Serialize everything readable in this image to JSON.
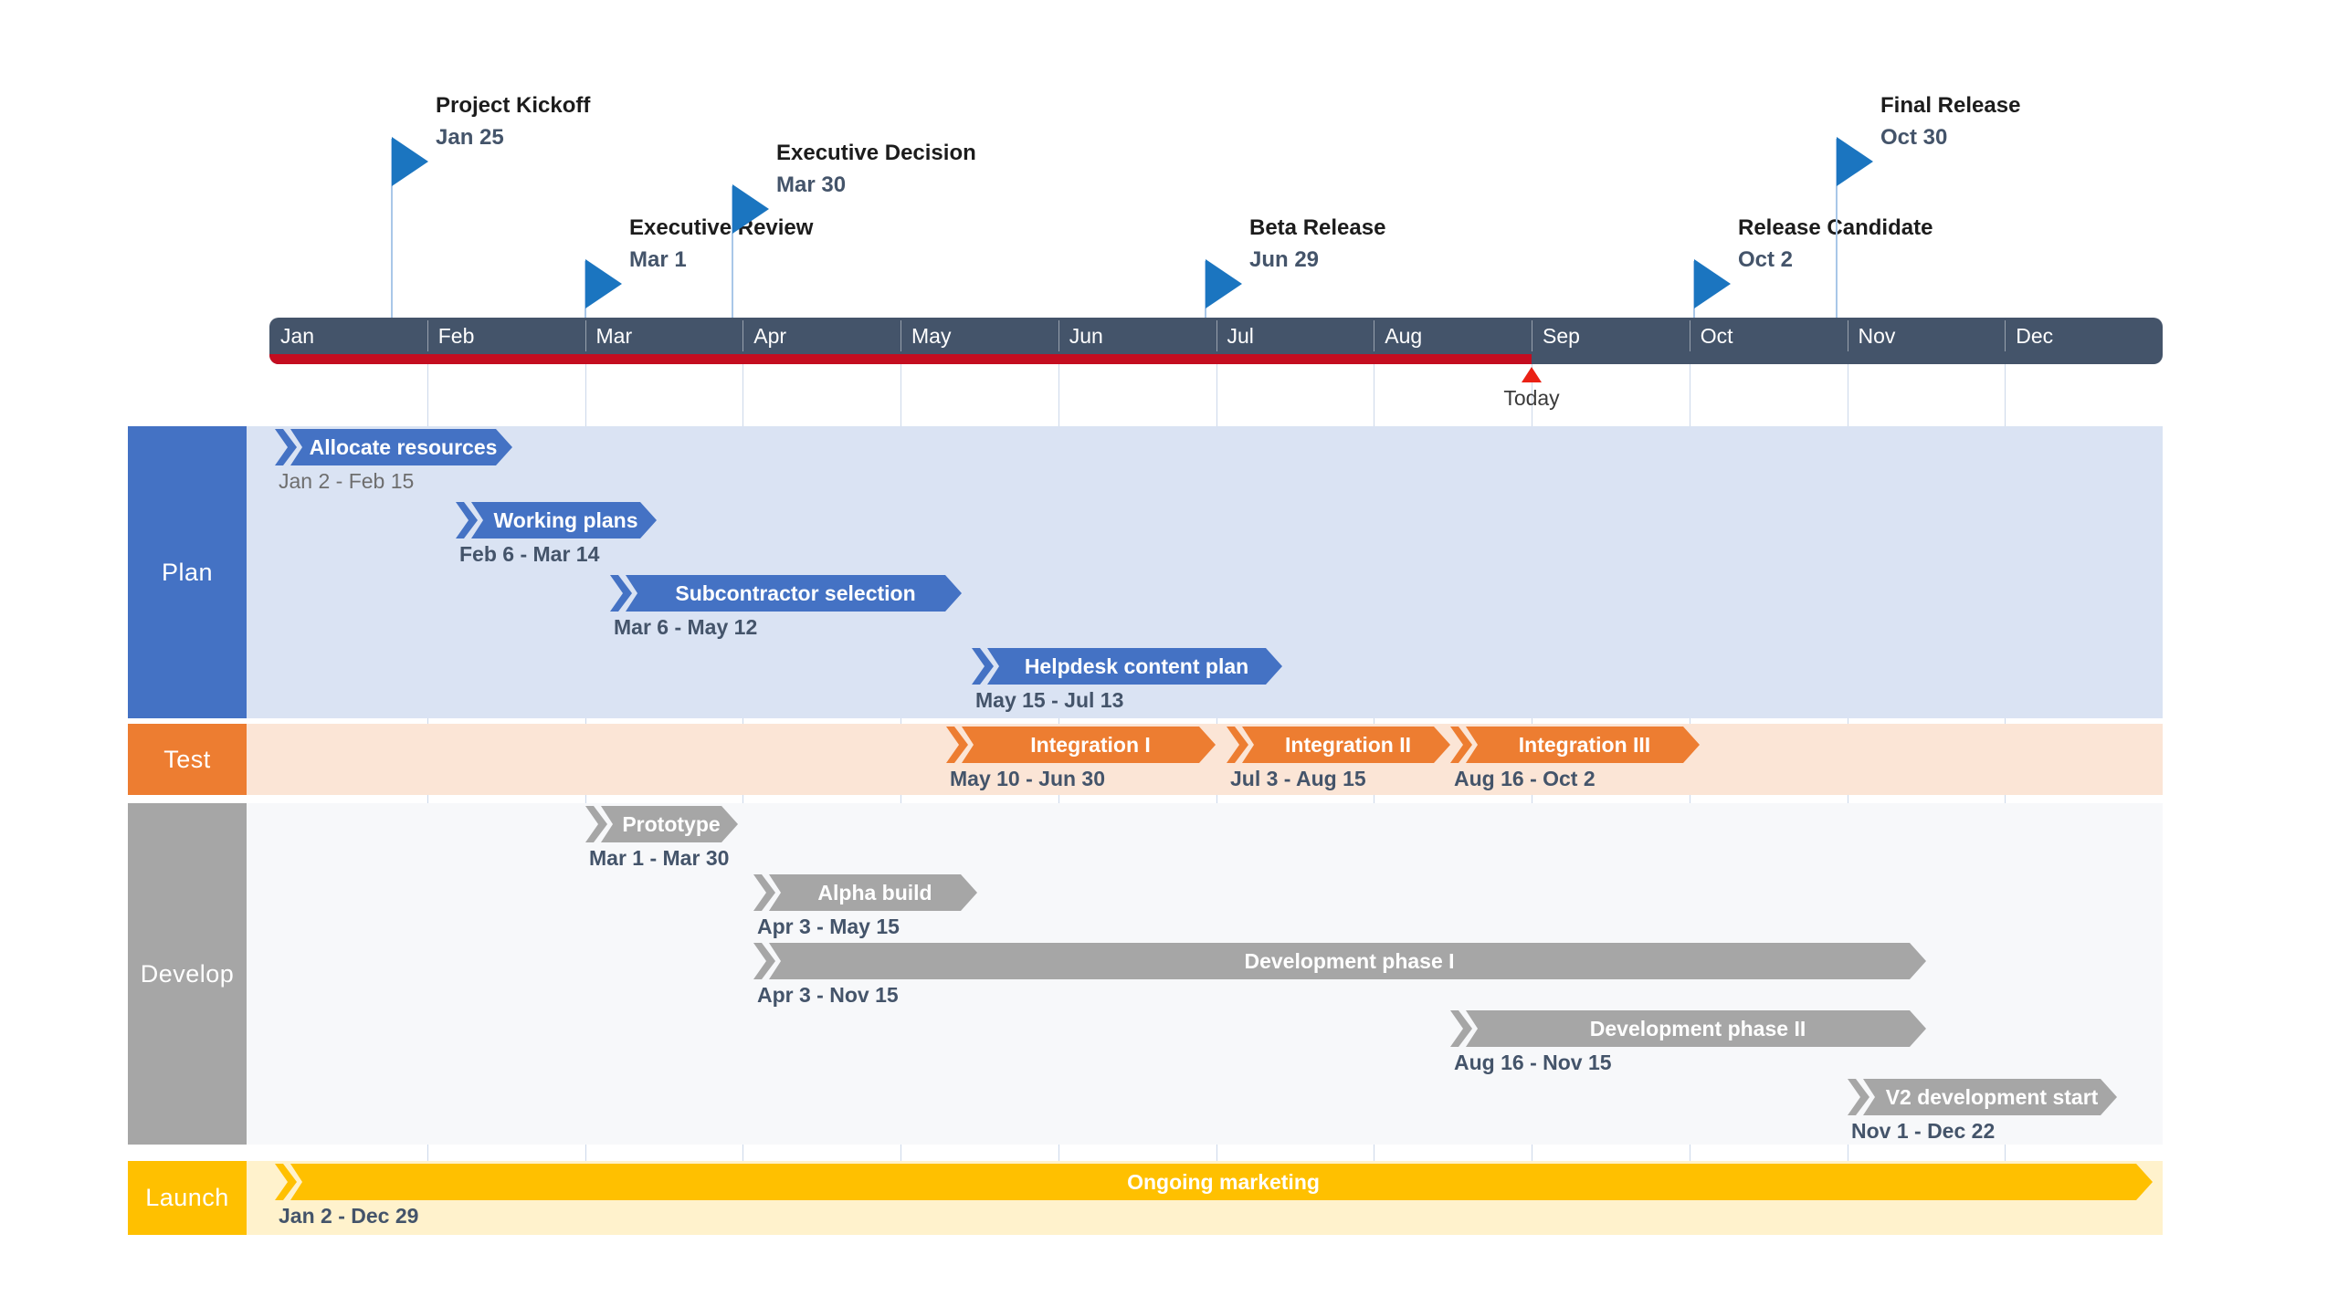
{
  "chart_data": {
    "type": "bar",
    "subtype": "gantt-swimlane-timeline",
    "axis": {
      "months": [
        "Jan",
        "Feb",
        "Mar",
        "Apr",
        "May",
        "Jun",
        "Jul",
        "Aug",
        "Sep",
        "Oct",
        "Nov",
        "Dec"
      ],
      "range": "Jan - Dec",
      "band_color": "#44546a",
      "month_text_color": "#ffffff",
      "elapsed_strip_color": "#c40d20",
      "elapsed_through": "Aug 31"
    },
    "today": {
      "label": "Today",
      "position": "Aug 31",
      "marker_color": "#ea2115",
      "text_color": "#3a3a3a"
    },
    "milestones": [
      {
        "label": "Project Kickoff",
        "date": "Jan 25",
        "level": 1
      },
      {
        "label": "Executive Review",
        "date": "Mar 1",
        "level": 3
      },
      {
        "label": "Executive Decision",
        "date": "Mar 30",
        "level": 2
      },
      {
        "label": "Beta Release",
        "date": "Jun 29",
        "level": 3
      },
      {
        "label": "Release Candidate",
        "date": "Oct 2",
        "level": 3
      },
      {
        "label": "Final Release",
        "date": "Oct 30",
        "level": 1
      }
    ],
    "milestone_style": {
      "flag_color": "#1b75c0",
      "pole_color": "#a9c7e8",
      "title_color": "#1c1c1c",
      "date_color": "#44546a"
    },
    "swimlanes": [
      {
        "label": "Plan",
        "accent": "#4472c4",
        "row_bg": "#dae3f3",
        "rows": 4,
        "tasks": [
          {
            "label": "Allocate resources",
            "start": "Jan 2",
            "end": "Feb 15",
            "date_range": "Jan 2 - Feb 15",
            "row": 0,
            "date_style": "muted"
          },
          {
            "label": "Working plans",
            "start": "Feb 6",
            "end": "Mar 14",
            "date_range": "Feb 6 - Mar 14",
            "row": 1
          },
          {
            "label": "Subcontractor selection",
            "start": "Mar 6",
            "end": "May 12",
            "date_range": "Mar 6 - May 12",
            "row": 2
          },
          {
            "label": "Helpdesk content plan",
            "start": "May 15",
            "end": "Jul 13",
            "date_range": "May 15 - Jul 13",
            "row": 3
          }
        ]
      },
      {
        "label": "Test",
        "accent": "#ed7d31",
        "row_bg": "#fbe5d6",
        "rows": 1,
        "tasks": [
          {
            "label": "Integration I",
            "start": "May 10",
            "end": "Jun 30",
            "date_range": "May 10 - Jun 30",
            "row": 0
          },
          {
            "label": "Integration II",
            "start": "Jul 3",
            "end": "Aug 15",
            "date_range": "Jul 3 - Aug 15",
            "row": 0
          },
          {
            "label": "Integration III",
            "start": "Aug 16",
            "end": "Oct 2",
            "date_range": "Aug 16 - Oct 2",
            "row": 0
          }
        ]
      },
      {
        "label": "Develop",
        "accent": "#a6a6a6",
        "row_bg": "#f7f8fa",
        "rows": 5,
        "tasks": [
          {
            "label": "Prototype",
            "start": "Mar 1",
            "end": "Mar 30",
            "date_range": "Mar 1 - Mar 30",
            "row": 0
          },
          {
            "label": "Alpha build",
            "start": "Apr 3",
            "end": "May 15",
            "date_range": "Apr 3 - May 15",
            "row": 1
          },
          {
            "label": "Development phase I",
            "start": "Apr 3",
            "end": "Nov 15",
            "date_range": "Apr 3 - Nov 15",
            "row": 2
          },
          {
            "label": "Development phase II",
            "start": "Aug 16",
            "end": "Nov 15",
            "date_range": "Aug 16 - Nov 15",
            "row": 3
          },
          {
            "label": "V2 development start",
            "start": "Nov 1",
            "end": "Dec 22",
            "date_range": "Nov 1 - Dec 22",
            "row": 4
          }
        ]
      },
      {
        "label": "Launch",
        "accent": "#ffc000",
        "row_bg": "#fff2cc",
        "rows": 1,
        "tasks": [
          {
            "label": "Ongoing marketing",
            "start": "Jan 2",
            "end": "Dec 29",
            "date_range": "Jan 2 - Dec 29",
            "row": 0
          }
        ]
      }
    ],
    "grid": {
      "vertical_month_lines": true,
      "line_color": "#ccd8ea"
    }
  }
}
